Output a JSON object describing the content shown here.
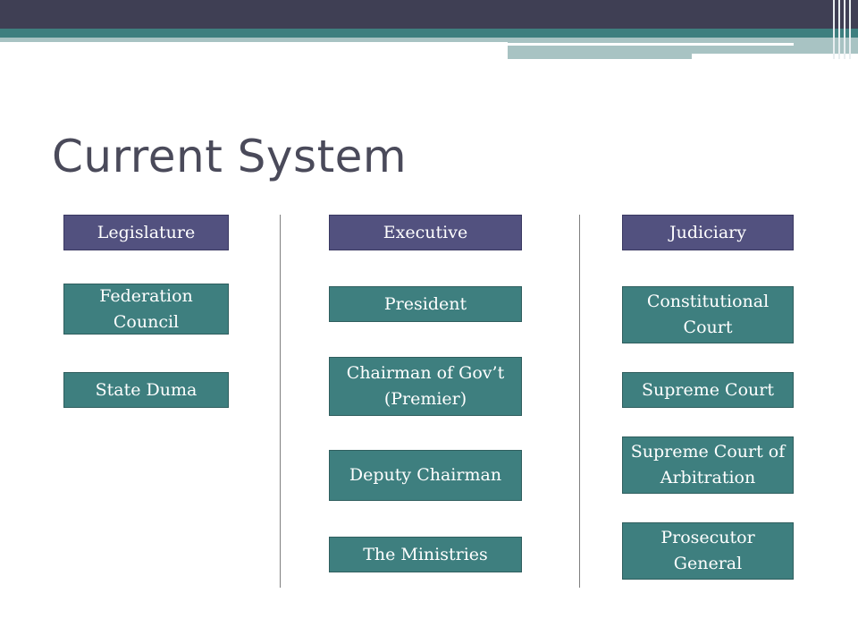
{
  "title": "Current System",
  "columns": [
    {
      "header": "Legislature",
      "items": [
        "Federation Council",
        "State Duma"
      ]
    },
    {
      "header": "Executive",
      "items": [
        "President",
        "Chairman of Gov’t (Premier)",
        "Deputy Chairman",
        "The Ministries"
      ]
    },
    {
      "header": "Judiciary",
      "items": [
        "Constitutional Court",
        "Supreme Court",
        "Supreme Court of Arbitration",
        "Prosecutor General"
      ]
    }
  ],
  "colors": {
    "header_fill": "#52517f",
    "item_fill": "#3e7f7f",
    "title_text": "#4a4a5a",
    "banner_dark": "#3f3f54",
    "banner_teal": "#3e7f7f"
  }
}
